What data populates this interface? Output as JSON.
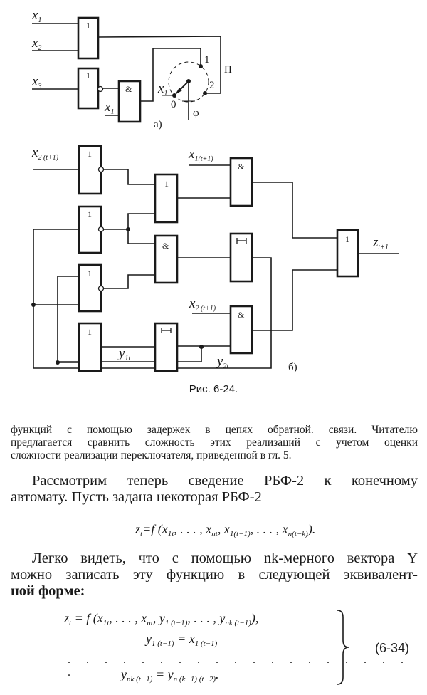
{
  "figure_a": {
    "inputs": [
      {
        "base": "x",
        "sub": "1"
      },
      {
        "base": "x",
        "sub": "2"
      },
      {
        "base": "x",
        "sub": "3"
      }
    ],
    "and_input": {
      "base": "x",
      "sub": "1"
    },
    "switch_input": {
      "base": "x",
      "sub": "1"
    },
    "or_gate_label": "1",
    "not_gate_label": "1",
    "and_gate_label": "&",
    "switch_positions": [
      "0",
      "1",
      "2"
    ],
    "switch_name": "П",
    "control_label": "φ",
    "panel_label": "а)"
  },
  "figure_b": {
    "input_top": {
      "base": "x",
      "sub": "2 (t+1)"
    },
    "input_and_top": {
      "base": "x",
      "sub": "1(t+1)"
    },
    "input_and_bottom": {
      "base": "x",
      "sub": "2 (t+1)"
    },
    "output": {
      "base": "z",
      "sub": "t+1"
    },
    "feedback_1": {
      "base": "y",
      "sub": "1t"
    },
    "feedback_2": {
      "base": "y",
      "sub": "2t"
    },
    "or_label": "1",
    "and_label": "&",
    "delay_label": "⊢⊣",
    "panel_label": "б)"
  },
  "caption": "Рис. 6-24.",
  "small_text": [
    "функций с помощью задержек в цепях обратной. связи. Читателю",
    "предлагается сравнить сложность этих реализаций с учетом оценки",
    "сложности реализации переключателя, приведенной в гл. 5."
  ],
  "paragraph_1": [
    "Рассмотрим теперь сведение РБФ-2 к конечному",
    "автомату. Пусть задана некоторая РБФ-2"
  ],
  "formula_1": [
    {
      "t": "z",
      "s": "t"
    },
    {
      "t": "=f (x",
      "s": "1t"
    },
    {
      "t": ", . . . , x",
      "s": "nt"
    },
    {
      "t": ", x",
      "s": "1(t−1)"
    },
    {
      "t": ", . . . , x",
      "s": "n(t−k)"
    },
    {
      "t": ")."
    }
  ],
  "paragraph_2": [
    "Легко видеть, что с помощью nk-мерного вектора Y",
    "можно записать эту функцию в следующей эквивалент-",
    "ной форме:"
  ],
  "system": [
    [
      {
        "t": "z",
        "s": "t"
      },
      {
        "t": " = f (x",
        "s": "1t"
      },
      {
        "t": ", . . . , x",
        "s": "nt"
      },
      {
        "t": ",  y",
        "s": "1 (t−1)"
      },
      {
        "t": ", . . . , y",
        "s": "nk (t−1)"
      },
      {
        "t": "),"
      }
    ],
    [
      {
        "t": "y",
        "s": "1 (t−1)"
      },
      {
        "t": " = x",
        "s": "1 (t−1)"
      }
    ],
    [
      {
        "t": "y",
        "s": "nk (t−1)"
      },
      {
        "t": " = y",
        "s": "n (k−1) (t−2)"
      },
      {
        "t": "."
      }
    ]
  ],
  "system_dots": ". . . . . . . . . . . . . . . . . . . .",
  "equation_number": "(6-34)"
}
